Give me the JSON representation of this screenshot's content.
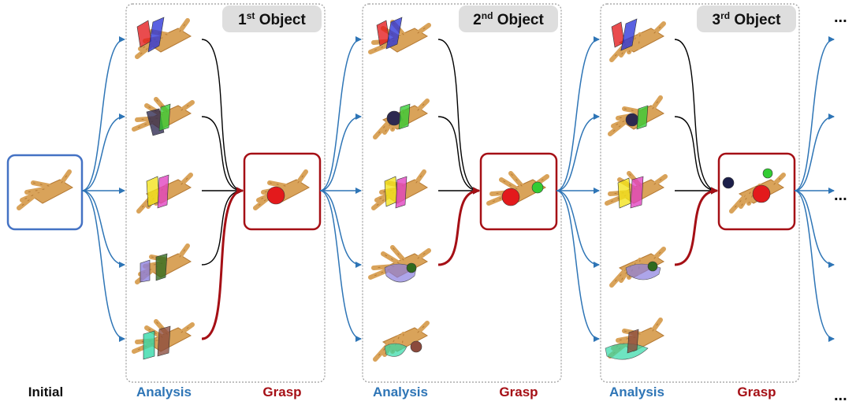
{
  "colors": {
    "initial": "#4472c4",
    "analysis": "#2e75b6",
    "grasp": "#a50f15",
    "hand_wood": "#d9a35a",
    "hand_wood_dark": "#b57a35",
    "box_border": "#9a9a9a",
    "title_bg": "#dedede"
  },
  "stages": [
    {
      "title_num": "1",
      "title_suffix": "st",
      "title_word": "Object"
    },
    {
      "title_num": "2",
      "title_suffix": "nd",
      "title_word": "Object"
    },
    {
      "title_num": "3",
      "title_suffix": "rd",
      "title_word": "Object"
    }
  ],
  "bottom_labels": {
    "initial": "Initial",
    "analysis": "Analysis",
    "grasp": "Grasp"
  },
  "continuation": "..."
}
